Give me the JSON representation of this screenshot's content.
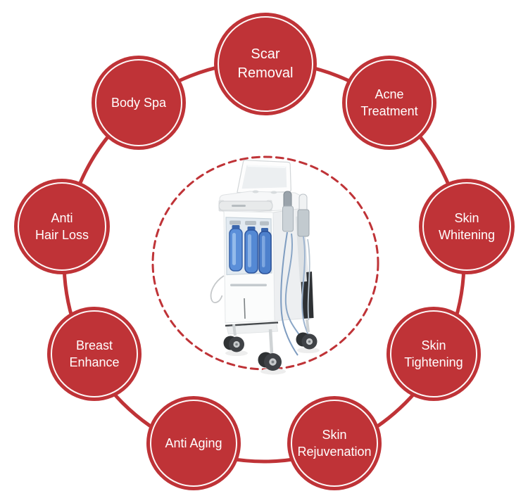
{
  "colors": {
    "accent_red": "#bf3337",
    "node_text": "#ffffff",
    "background": "#ffffff",
    "machine_body": "#fbfcfc",
    "bottle_blue": "#5b8fd9",
    "wheel_dark": "#3a3d40",
    "tube_blue": "#8aa6c6"
  },
  "diagram": {
    "nodes": [
      {
        "id": "scar-removal",
        "label": "Scar\nRemoval"
      },
      {
        "id": "acne-treatment",
        "label": "Acne\nTreatment"
      },
      {
        "id": "skin-whitening",
        "label": "Skin\nWhitening"
      },
      {
        "id": "skin-tightening",
        "label": "Skin\nTightening"
      },
      {
        "id": "skin-rejuvenation",
        "label": "Skin\nRejuvenation"
      },
      {
        "id": "anti-aging",
        "label": "Anti Aging"
      },
      {
        "id": "breast-enhance",
        "label": "Breast\nEnhance"
      },
      {
        "id": "anti-hair-loss",
        "label": "Anti\nHair Loss"
      },
      {
        "id": "body-spa",
        "label": "Body Spa"
      }
    ],
    "center_icon": "facial-beauty-machine"
  }
}
